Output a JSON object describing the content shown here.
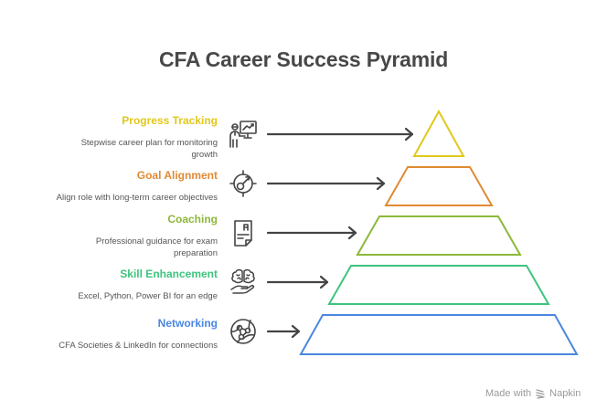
{
  "title": "CFA Career Success Pyramid",
  "levels": [
    {
      "title": "Progress Tracking",
      "description": "Stepwise career plan for monitoring growth",
      "desc_lines": [
        "Stepwise career plan for monitoring",
        "growth"
      ],
      "icon": "presentation-chart-icon",
      "color": "#E0C81B"
    },
    {
      "title": "Goal Alignment",
      "description": "Align role with long-term career objectives",
      "desc_lines": [
        "Align role with long-term career objectives"
      ],
      "icon": "target-compass-icon",
      "color": "#E08A34"
    },
    {
      "title": "Coaching",
      "description": "Professional guidance for exam preparation",
      "desc_lines": [
        "Professional guidance for exam",
        "preparation"
      ],
      "icon": "graded-document-icon",
      "color": "#8DB83A"
    },
    {
      "title": "Skill Enhancement",
      "description": "Excel, Python, Power BI for an edge",
      "desc_lines": [
        "Excel, Python, Power BI for an edge"
      ],
      "icon": "brain-hand-icon",
      "color": "#3EC47F"
    },
    {
      "title": "Networking",
      "description": "CFA Societies & LinkedIn for connections",
      "desc_lines": [
        "CFA Societies & LinkedIn for connections"
      ],
      "icon": "globe-network-icon",
      "color": "#4A86E0"
    }
  ],
  "footer": {
    "made_with": "Made with",
    "brand": "Napkin",
    "logo_icon": "napkin-logo-icon"
  },
  "colors": {
    "title": "#484848",
    "arrow": "#444444",
    "description": "#555555",
    "footer": "#9a9a9a"
  }
}
